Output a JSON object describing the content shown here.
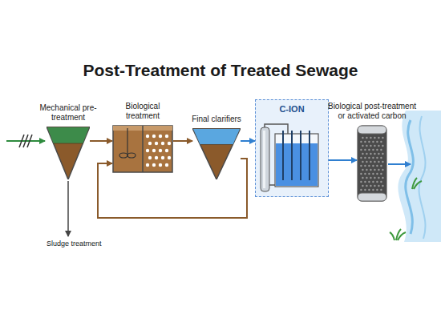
{
  "diagram": {
    "title": "Post-Treatment of Treated Sewage",
    "nodes": [
      {
        "text": [
          "Mechanical pre-treatment"
        ]
      },
      {
        "text": [
          "Biological treatment"
        ]
      },
      {
        "text": [
          "Final clarifiers"
        ]
      },
      {
        "text": [
          "C-ION"
        ]
      },
      {
        "text": [
          "Biological post-treatment or activated carbon"
        ]
      }
    ],
    "edges": [
      {
        "from": 0,
        "to": 1,
        "arrow": "to"
      },
      {
        "from": 1,
        "to": 2,
        "arrow": "to"
      },
      {
        "from": 2,
        "to": 3,
        "arrow": "to"
      },
      {
        "from": 3,
        "to": 4,
        "arrow": "to"
      },
      {
        "from": 2,
        "to": 1,
        "arrow": "to"
      }
    ],
    "labels": [
      "Sludge treatment"
    ]
  }
}
